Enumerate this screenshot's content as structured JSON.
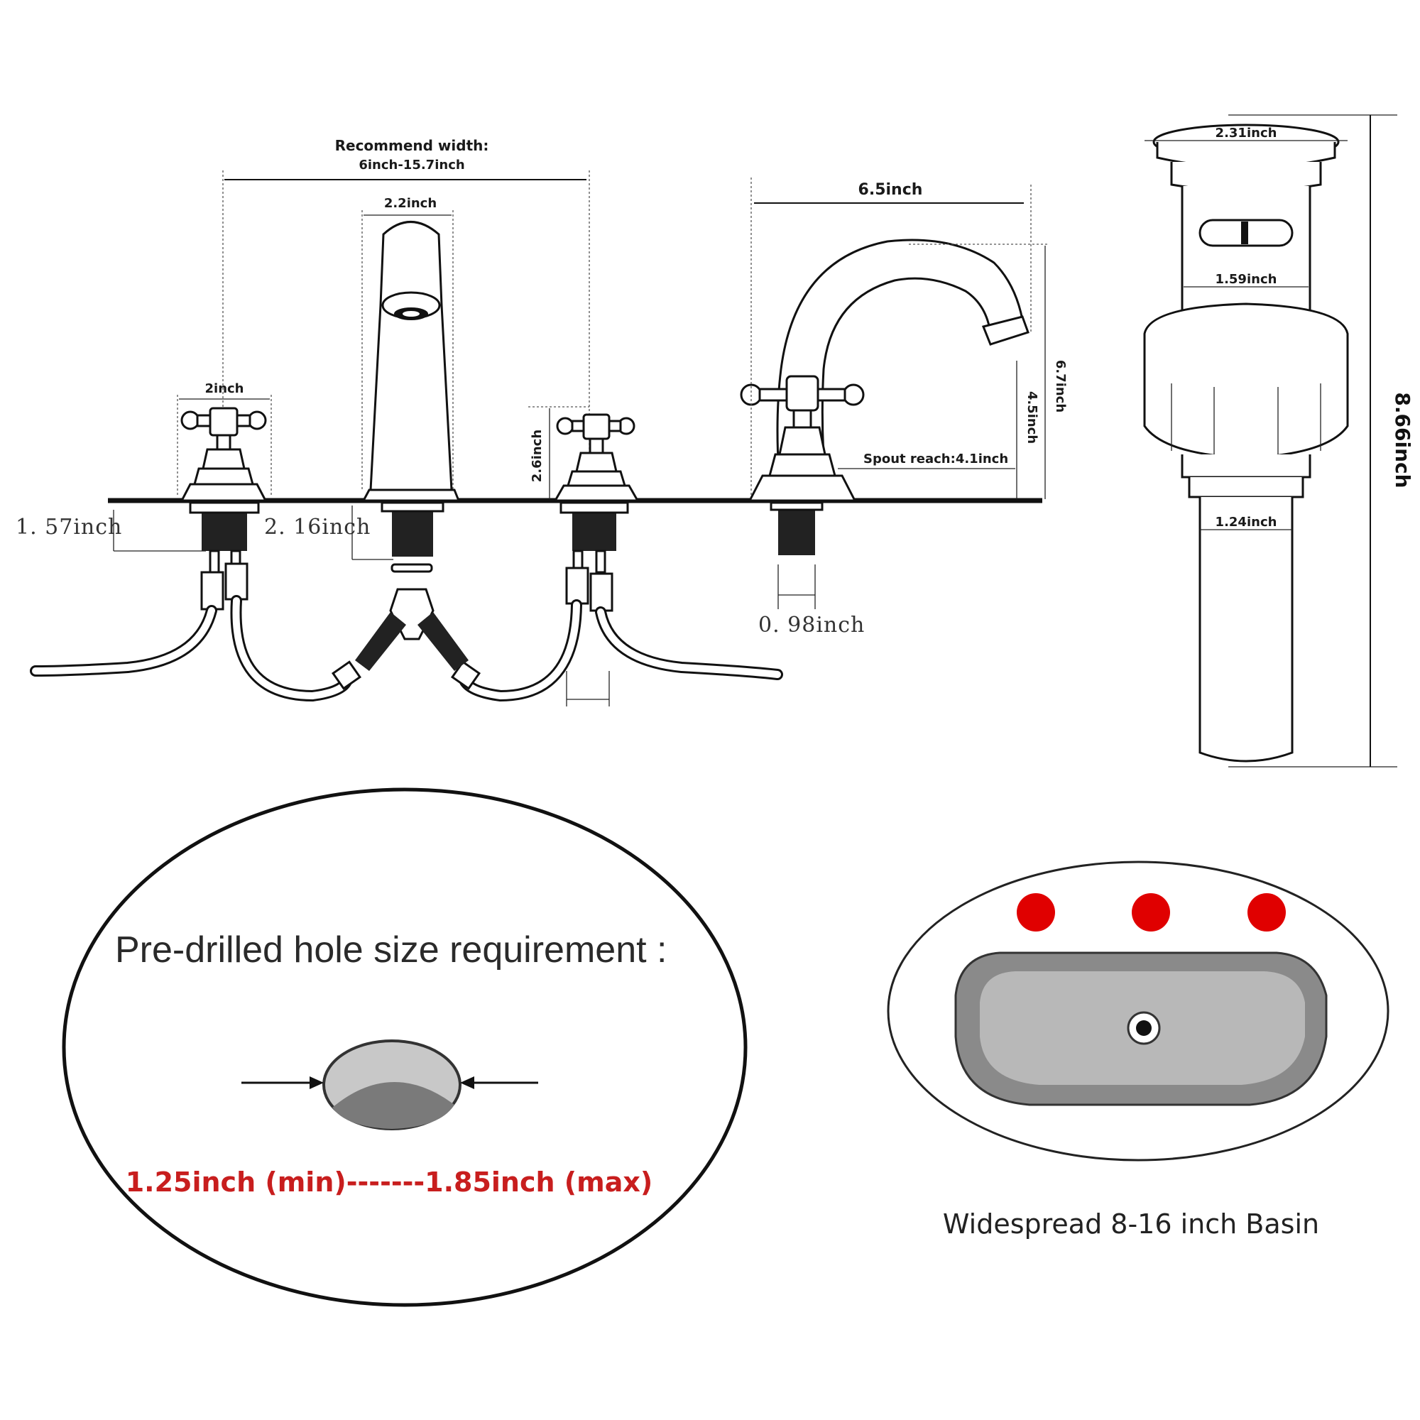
{
  "faucet_diagram": {
    "recommend_width_title": "Recommend width:",
    "recommend_width_value": "6inch-15.7inch",
    "spout_width": "2.2inch",
    "handle_width": "2inch",
    "handle_height": "2.6inch",
    "handle_shank_length": "1. 57inch",
    "spout_shank_length": "2. 16inch",
    "shank_diameter": "0. 98inch",
    "spout_length": "6.5inch",
    "total_height": "6.7inch",
    "spout_height": "4.5inch",
    "spout_reach": "Spout reach:4.1inch"
  },
  "drain_diagram": {
    "top_diameter": "2.31inch",
    "body_diameter": "1.59inch",
    "tail_diameter": "1.24inch",
    "height": "8.66inch"
  },
  "hole_requirement": {
    "title": "Pre-drilled hole size requirement :",
    "range": "1.25inch (min)-------1.85inch (max)"
  },
  "basin": {
    "caption": "Widespread 8-16 inch Basin",
    "hole_color": "#e00000",
    "hole_count": 3
  }
}
